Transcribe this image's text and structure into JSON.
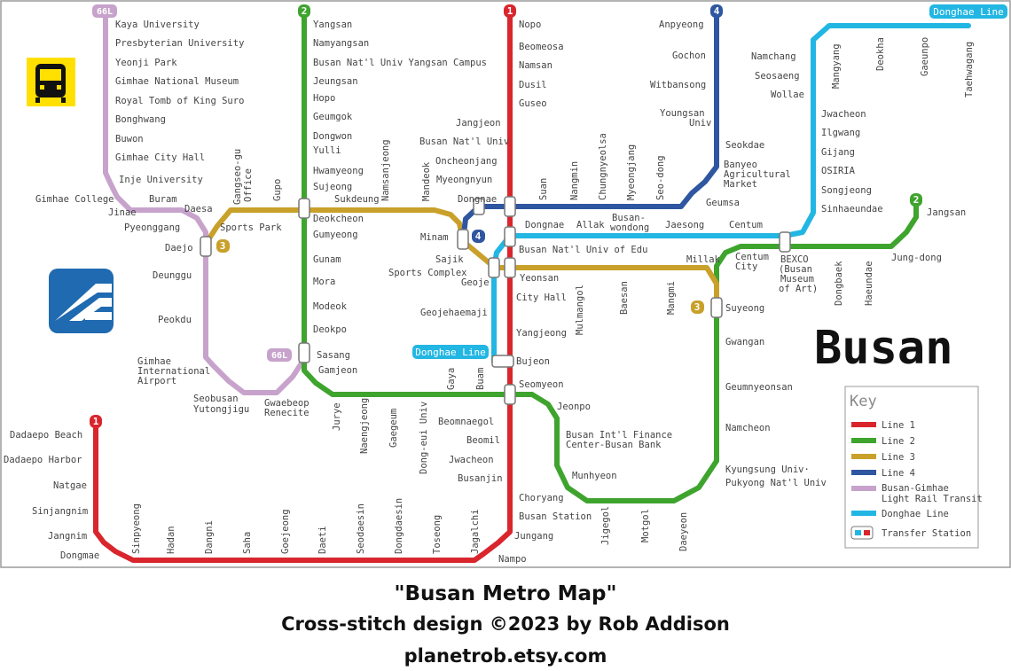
{
  "colors": {
    "line1": "#d9262d",
    "line2": "#3ea42e",
    "line3": "#c9a02a",
    "line4": "#2f56a0",
    "bgl": "#c7a3cc",
    "donghae": "#22b6e3",
    "frame": "#9a9a9a",
    "text": "#444444"
  },
  "map_title": "Busan",
  "line_badges": {
    "bgl": "66L",
    "line2": "2",
    "line1": "1",
    "line4": "4",
    "donghae": "Donghae Line",
    "line3": "3"
  },
  "icons": {
    "metro": "metro-train-icon",
    "logo": "busan-transport-logo"
  },
  "key": {
    "title": "Key",
    "items": [
      "Line 1",
      "Line 2",
      "Line 3",
      "Line 4",
      "Busan-Gimhae",
      "Light Rail Transit",
      "Donghae Line",
      "Transfer Station"
    ]
  },
  "stations": {
    "bgl": [
      "Kaya University",
      "Presbyterian University",
      "Yeonji Park",
      "Gimhae National Museum",
      "Royal Tomb of King Suro",
      "Bonghwang",
      "Buwon",
      "Gimhae City Hall",
      "Inje University",
      "Gimhae College",
      "Jinae",
      "Buram",
      "Daesa",
      "Pyeonggang",
      "Daejo",
      "Deunggu",
      "Peokdu",
      "Gimhae",
      "International",
      "Airport",
      "Seobusan",
      "Yutongjigu",
      "Gwaebeop",
      "Renecite",
      "Sasang"
    ],
    "line2": [
      "Yangsan",
      "Namyangsan",
      "Busan Nat'l Univ Yangsan Campus",
      "Jeungsan",
      "Hopo",
      "Geumgok",
      "Dongwon",
      "Yulli",
      "Hwamyeong",
      "Sujeong",
      "Deokcheon",
      "Gumyeong",
      "Gunam",
      "Mora",
      "Modeok",
      "Deokpo",
      "Sasang",
      "Gamjeon",
      "Jurye",
      "Naengjeong",
      "Gaegeum",
      "Dong-eui Univ",
      "Gaya",
      "Buam",
      "Seomyeon",
      "Jeonpo",
      "Busan Int'l Finance",
      "Center-Busan Bank",
      "Munhyeon",
      "Jigegol",
      "Motgol",
      "Daeyeon",
      "Kyungsung Univ·",
      "Pukyong Nat'l Univ",
      "Namcheon",
      "Geumnyeonsan",
      "Gwangan",
      "Suyeong",
      "Millak",
      "Centum",
      "City",
      "BEXCO",
      "(Busan",
      "Museum",
      "of Art)",
      "Dongbaek",
      "Haeundae",
      "Jung-dong",
      "Jangsan"
    ],
    "line1": [
      "Nopo",
      "Beomeosa",
      "Namsan",
      "Dusil",
      "Guseo",
      "Jangjeon",
      "Busan Nat'l Univ",
      "Oncheonjang",
      "Myeongnyun",
      "Dongnae",
      "Busan Nat'l Univ of Edu",
      "Yeonsan",
      "City Hall",
      "Yangjeong",
      "Bujeon",
      "Seomyeon",
      "Beomnaegol",
      "Beomil",
      "Jwacheon",
      "Busanjin",
      "Choryang",
      "Busan Station",
      "Jungang",
      "Nampo",
      "Jagalchi",
      "Toseong",
      "Dongdaesin",
      "Seodaesin",
      "Daeti",
      "Goejeong",
      "Saha",
      "Dangni",
      "Hadan",
      "Sinpyeong",
      "Dadaepo Beach",
      "Dadaepo Harbor",
      "Natgae",
      "Sinjangnim",
      "Jangnim",
      "Dongmae"
    ],
    "line3": [
      "Gangseo-gu",
      "Office",
      "Gupo",
      "Sukdeung",
      "Namsanjeong",
      "Mandeok",
      "Minam",
      "Sajik",
      "Sports Complex",
      "Geoje",
      "Yeonsan",
      "Mulmangol",
      "Baesan",
      "Mangmi",
      "Sports Park",
      "Suyeong"
    ],
    "line4": [
      "Anpyeong",
      "Gochon",
      "Witbansong",
      "Youngsan",
      "Univ",
      "Seokdae",
      "Banyeo",
      "Agricultural",
      "Market",
      "Geumsa",
      "Seo-dong",
      "Myeongjang",
      "Chungnyeolsa",
      "Nangmin",
      "Suan",
      "Dongnae",
      "Minam"
    ],
    "donghae": [
      "Taehwagang",
      "Deokha",
      "Gaeunpo",
      "Mangyang",
      "Namchang",
      "Seosaeng",
      "Wollae",
      "Jwacheon",
      "Ilgwang",
      "Gijang",
      "OSIRIA",
      "Songjeong",
      "Sinhaeundae",
      "Centum",
      "Jaesong",
      "Busan-",
      "wondong",
      "Allak",
      "Dongnae",
      "Geojehaemaji"
    ]
  },
  "caption": {
    "title": "\"Busan Metro Map\"",
    "credit": "Cross-stitch design ©2023 by Rob Addison",
    "url": "planetrob.etsy.com"
  }
}
